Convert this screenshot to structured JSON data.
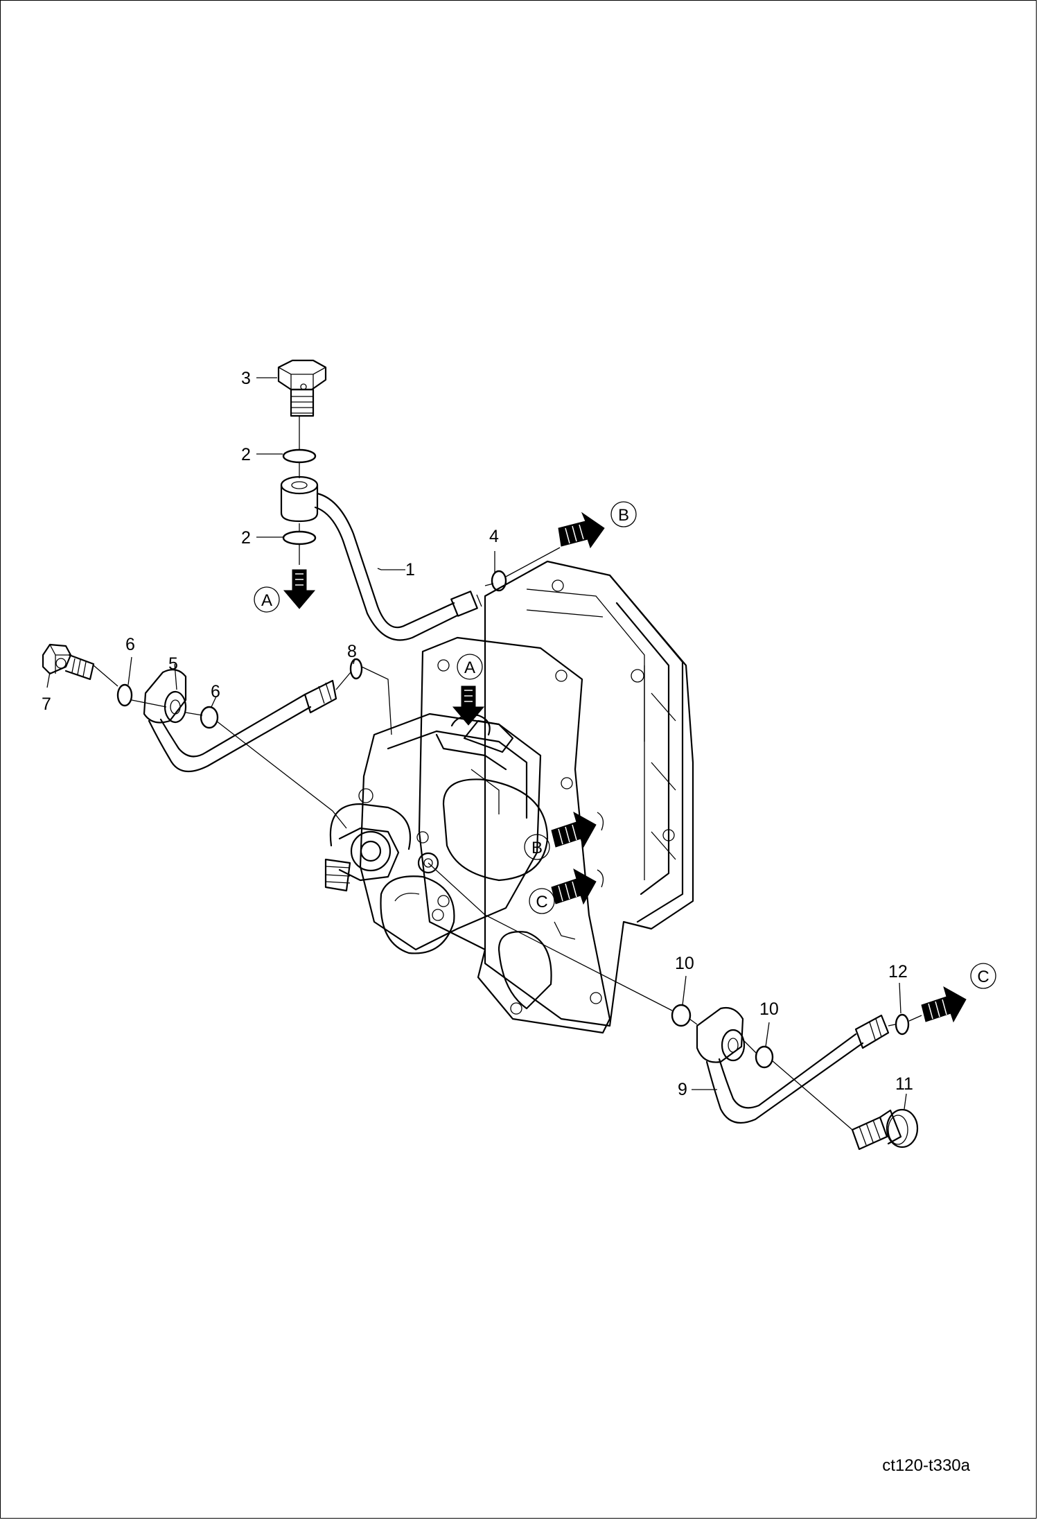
{
  "figure_id": "ct120-t330a",
  "part_labels": {
    "p1": "1",
    "p2a": "2",
    "p2b": "2",
    "p3": "3",
    "p4": "4",
    "p5": "5",
    "p6a": "6",
    "p6b": "6",
    "p7": "7",
    "p8": "8",
    "p9": "9",
    "p10a": "10",
    "p10b": "10",
    "p11": "11",
    "p12": "12"
  },
  "callouts": {
    "a_pipe": "A",
    "a_pump": "A",
    "b_right": "B",
    "b_pump": "B",
    "c_right": "C",
    "c_pump": "C"
  }
}
